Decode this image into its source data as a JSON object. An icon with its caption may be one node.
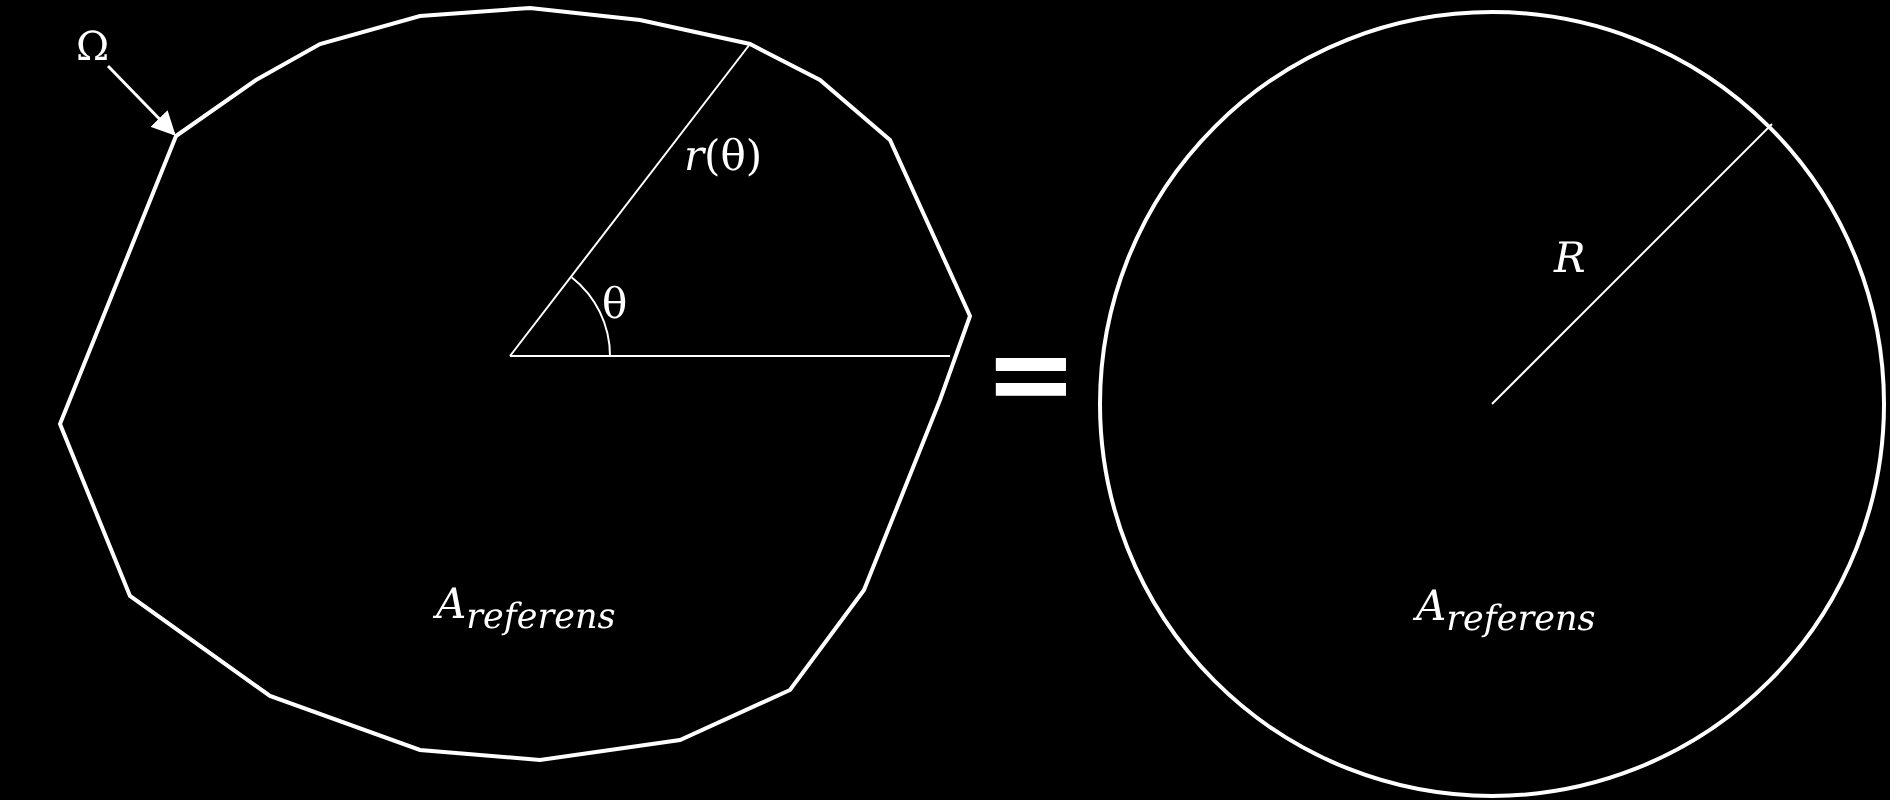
{
  "diagram": {
    "nodes": [
      {
        "text": [
          "Ω"
        ]
      },
      {
        "text": [
          "A$_{referens}$"
        ]
      },
      {
        "text": [
          "A$_{referens}$"
        ]
      }
    ],
    "edges": [
      {
        "from": 0,
        "to": 1,
        "arrow": "to"
      }
    ],
    "labels": [
      "*r*(θ)",
      "θ",
      "=",
      "R"
    ]
  }
}
